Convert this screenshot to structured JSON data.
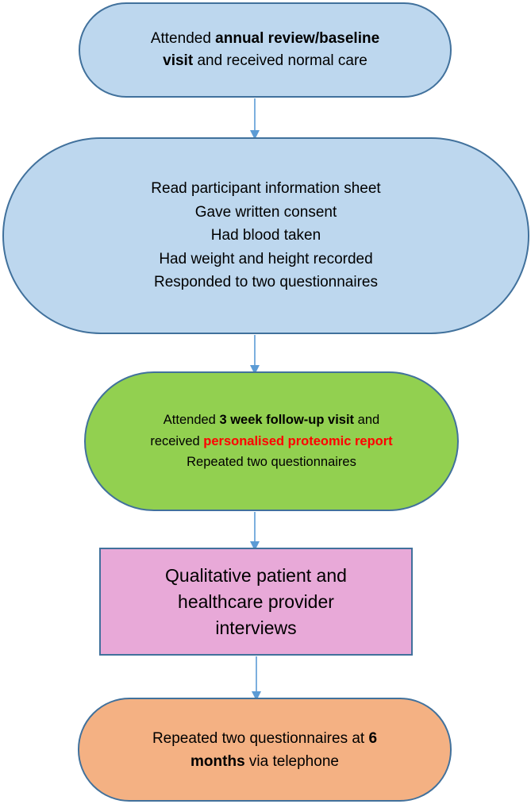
{
  "steps": {
    "step1": {
      "line1": {
        "pre": "Attended ",
        "bold": "annual review/baseline"
      },
      "line2": {
        "bold": "visit",
        "post": " and received normal care"
      }
    },
    "step2": {
      "lines": [
        "Read participant information sheet",
        "Gave written consent",
        "Had blood taken",
        "Had weight and height recorded",
        "Responded to two questionnaires"
      ]
    },
    "step3": {
      "line1": {
        "pre": "Attended ",
        "bold": "3 week follow-up visit",
        "post": " and"
      },
      "line2": {
        "pre": "received ",
        "highlight": "personalised proteomic report"
      },
      "line3": "Repeated two questionnaires"
    },
    "step4": {
      "lines": [
        "Qualitative patient and",
        "healthcare provider",
        "interviews"
      ]
    },
    "step5": {
      "line1": {
        "pre": "Repeated two questionnaires at ",
        "bold": "6"
      },
      "line2": {
        "bold": "months",
        "post": " via telephone"
      }
    }
  },
  "colors": {
    "blue_fill": "#bdd7ee",
    "green_fill": "#92d050",
    "pink_fill": "#e8a9d8",
    "orange_fill": "#f4b183",
    "border": "#41719c",
    "arrow": "#5b9bd5",
    "highlight_text": "#ff0000"
  }
}
